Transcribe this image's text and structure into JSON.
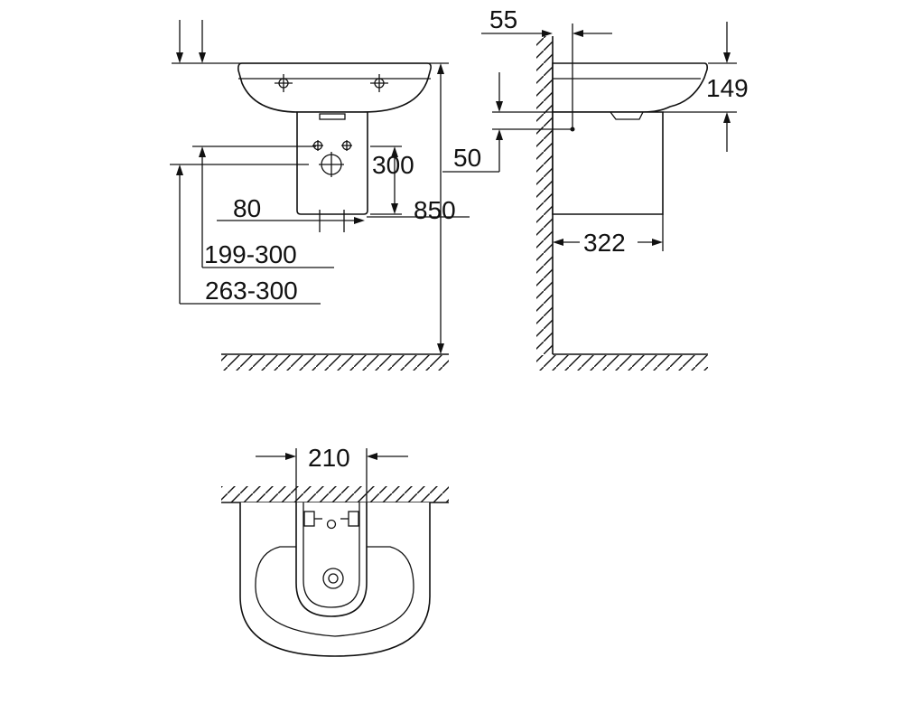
{
  "dimensions": {
    "front_view": {
      "trap_width": "80",
      "trap_height": "300",
      "overall_height": "850",
      "waste_height": "199-300",
      "supply_height": "263-300"
    },
    "side_view": {
      "wall_offset": "55",
      "basin_thickness": "149",
      "mount_height": "50",
      "trap_depth": "322"
    },
    "top_view": {
      "trap_width": "210"
    }
  },
  "colors": {
    "line": "#111111",
    "background": "#ffffff"
  }
}
